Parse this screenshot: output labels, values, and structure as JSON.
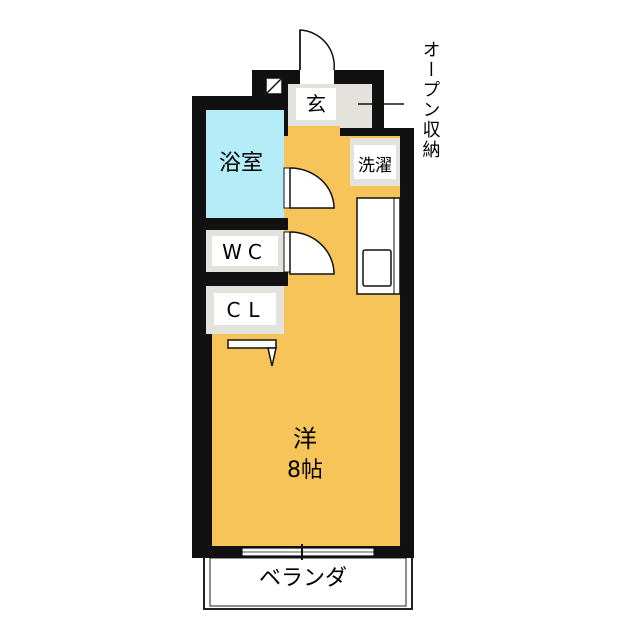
{
  "rooms": {
    "entrance": "玄",
    "bath": "浴室",
    "toilet": "WC",
    "closet": "CL",
    "laundry": "洗濯",
    "western_room_type": "洋",
    "western_room_size": "8帖",
    "open_storage": "オープン収納",
    "balcony": "ベランダ"
  },
  "colors": {
    "main_room": "#f7c45a",
    "bath": "#b4ecf8",
    "utility": "#e3e2dd",
    "wall": "#111111",
    "background": "#ffffff"
  }
}
